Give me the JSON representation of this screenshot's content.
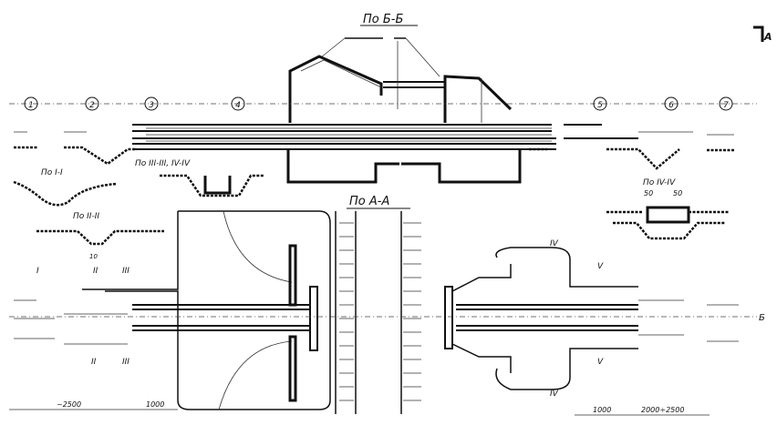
{
  "drawing": {
    "section_bb_title": "По Б-Б",
    "section_aa_title": "По А-А",
    "section_i_title": "По I-I",
    "section_ii_title": "По II-II",
    "section_iii_title": "По III-III, IV-IV",
    "section_iv_title": "По IV-IV",
    "cut_a_marker": "А",
    "cut_b_marker": "Б",
    "axis_markers": [
      "1",
      "2",
      "3",
      "4",
      "5",
      "6",
      "7"
    ],
    "roman_marks": {
      "i": "I",
      "ii": "II",
      "iii": "III",
      "iv": "IV",
      "v": "V"
    },
    "dimensions": {
      "left_length": "~2500",
      "left_offset": "1000",
      "right_offset": "1000",
      "right_length": "2000÷2500",
      "iv_left": "50",
      "iv_right": "50",
      "ii_width": "10"
    }
  }
}
